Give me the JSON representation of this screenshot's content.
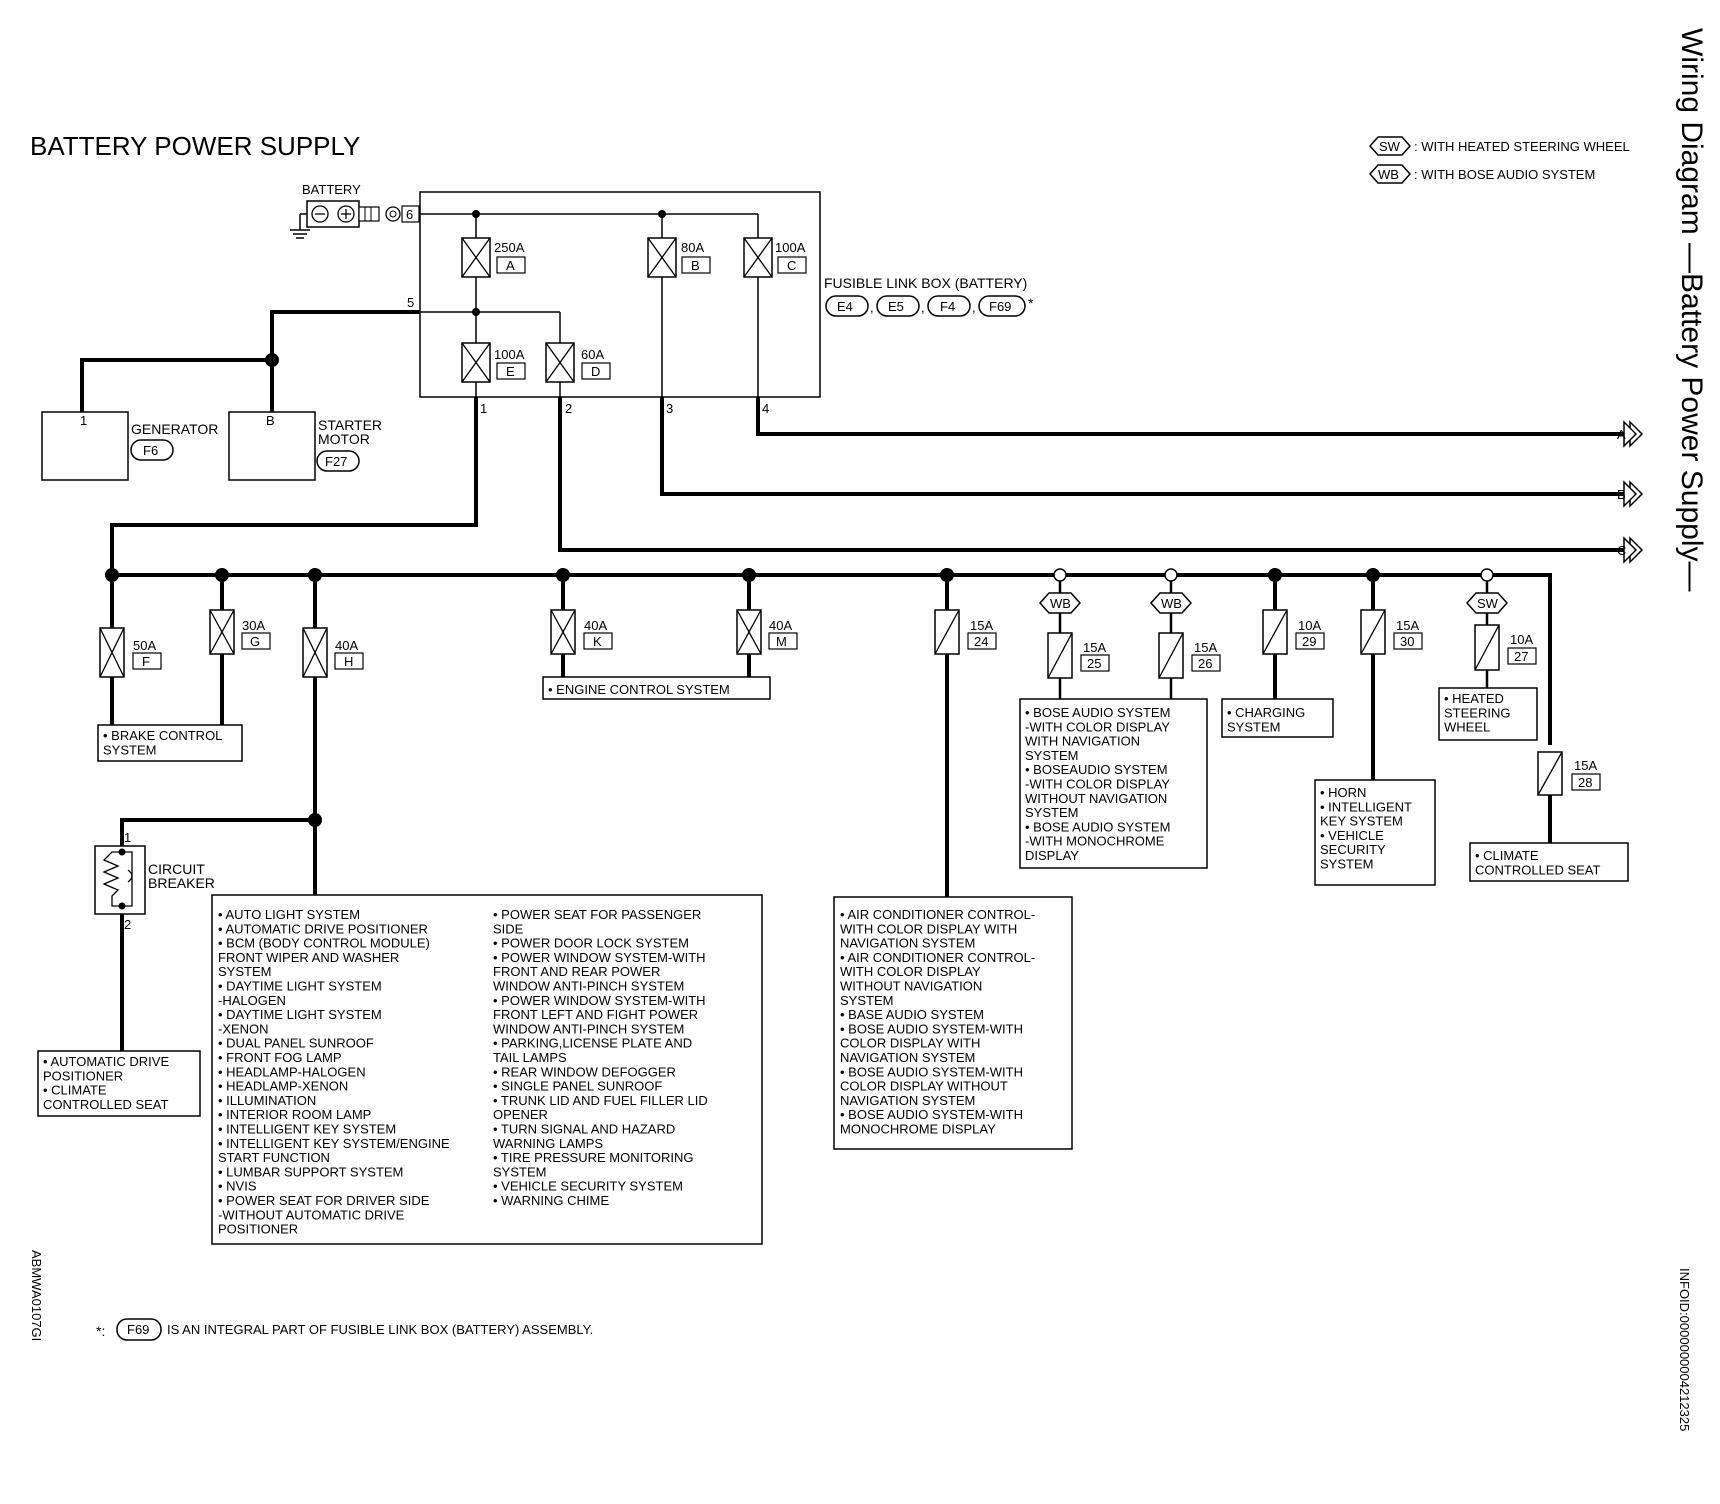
{
  "title": "BATTERY POWER SUPPLY",
  "side_title": "Wiring Diagram —Battery Power Supply—",
  "figure_id": "ABMWA0107GI",
  "info_id": "INFOID:0000000004212325",
  "legend": [
    {
      "code": "SW",
      "text": ": WITH HEATED STEERING WHEEL"
    },
    {
      "code": "WB",
      "text": ": WITH BOSE AUDIO SYSTEM"
    }
  ],
  "footnote": {
    "mark": "*:",
    "connector": "F69",
    "text": "IS AN INTEGRAL PART OF FUSIBLE LINK BOX (BATTERY) ASSEMBLY."
  },
  "battery": {
    "label": "BATTERY",
    "terminal": "6"
  },
  "fusible_link_box": {
    "label": "FUSIBLE LINK BOX (BATTERY)",
    "connectors": [
      "E4",
      "E5",
      "F4",
      "F69"
    ],
    "star": "*",
    "input_terminal": "5",
    "output_terminals": [
      "1",
      "2",
      "3",
      "4"
    ]
  },
  "fusible_links": [
    {
      "rating": "250A",
      "letter": "A"
    },
    {
      "rating": "80A",
      "letter": "B"
    },
    {
      "rating": "100A",
      "letter": "C"
    },
    {
      "rating": "100A",
      "letter": "E"
    },
    {
      "rating": "60A",
      "letter": "D"
    }
  ],
  "components": [
    {
      "name": "GENERATOR",
      "connector": "F6",
      "terminal": "1"
    },
    {
      "name_lines": [
        "STARTER",
        "MOTOR"
      ],
      "connector": "F27",
      "terminal": "B"
    }
  ],
  "outputs": [
    "A",
    "B",
    "C"
  ],
  "bus_fuses": [
    {
      "rating": "50A",
      "letter": "F"
    },
    {
      "rating": "30A",
      "letter": "G"
    },
    {
      "rating": "40A",
      "letter": "H"
    },
    {
      "rating": "40A",
      "letter": "K"
    },
    {
      "rating": "40A",
      "letter": "M"
    },
    {
      "rating": "15A",
      "number": "24"
    },
    {
      "rating": "15A",
      "number": "25",
      "option": "WB"
    },
    {
      "rating": "15A",
      "number": "26",
      "option": "WB"
    },
    {
      "rating": "10A",
      "number": "29"
    },
    {
      "rating": "15A",
      "number": "30"
    },
    {
      "rating": "10A",
      "number": "27",
      "option": "SW"
    },
    {
      "rating": "15A",
      "number": "28"
    }
  ],
  "circuit_breaker": {
    "label_lines": [
      "CIRCUIT",
      "BREAKER"
    ],
    "terminals": [
      "1",
      "2"
    ]
  },
  "systems": {
    "brake": [
      "• BRAKE CONTROL",
      "  SYSTEM"
    ],
    "engine": [
      "• ENGINE CONTROL SYSTEM"
    ],
    "cb": [
      "• AUTOMATIC DRIVE",
      "  POSITIONER",
      "• CLIMATE",
      "  CONTROLLED SEAT"
    ],
    "h_col1": [
      "• AUTO LIGHT SYSTEM",
      "• AUTOMATIC DRIVE POSITIONER",
      "• BCM (BODY CONTROL MODULE)",
      "  FRONT WIPER AND WASHER",
      "  SYSTEM",
      "• DAYTIME LIGHT SYSTEM",
      "  -HALOGEN",
      "• DAYTIME LIGHT SYSTEM",
      "  -XENON",
      "• DUAL PANEL SUNROOF",
      "• FRONT FOG LAMP",
      "• HEADLAMP-HALOGEN",
      "• HEADLAMP-XENON",
      "• ILLUMINATION",
      "• INTERIOR ROOM LAMP",
      "• INTELLIGENT KEY SYSTEM",
      "• INTELLIGENT KEY SYSTEM/ENGINE",
      "  START FUNCTION",
      "• LUMBAR SUPPORT SYSTEM",
      "• NVIS",
      "• POWER SEAT FOR DRIVER SIDE",
      "  -WITHOUT AUTOMATIC DRIVE",
      "  POSITIONER"
    ],
    "h_col2": [
      "• POWER SEAT FOR PASSENGER",
      "  SIDE",
      "• POWER DOOR LOCK SYSTEM",
      "• POWER WINDOW SYSTEM-WITH",
      "  FRONT AND REAR POWER",
      "  WINDOW ANTI-PINCH SYSTEM",
      "• POWER WINDOW SYSTEM-WITH",
      "  FRONT LEFT AND FIGHT POWER",
      "  WINDOW ANTI-PINCH SYSTEM",
      "• PARKING,LICENSE PLATE AND",
      "  TAIL LAMPS",
      "• REAR WINDOW DEFOGGER",
      "• SINGLE PANEL SUNROOF",
      "• TRUNK LID AND FUEL FILLER LID",
      "  OPENER",
      "• TURN SIGNAL AND HAZARD",
      "  WARNING LAMPS",
      "• TIRE PRESSURE MONITORING",
      "  SYSTEM",
      "• VEHICLE SECURITY SYSTEM",
      "• WARNING CHIME"
    ],
    "f24": [
      "• AIR CONDITIONER CONTROL-",
      "  WITH COLOR DISPLAY WITH",
      "  NAVIGATION SYSTEM",
      "• AIR CONDITIONER CONTROL-",
      "  WITH COLOR DISPLAY",
      "  WITHOUT NAVIGATION",
      "  SYSTEM",
      "• BASE AUDIO SYSTEM",
      "• BOSE AUDIO SYSTEM-WITH",
      "  COLOR DISPLAY WITH",
      "  NAVIGATION SYSTEM",
      "• BOSE AUDIO SYSTEM-WITH",
      "  COLOR DISPLAY WITHOUT",
      "  NAVIGATION SYSTEM",
      "• BOSE AUDIO SYSTEM-WITH",
      "  MONOCHROME DISPLAY"
    ],
    "bose": [
      "• BOSE AUDIO SYSTEM",
      "  -WITH COLOR DISPLAY",
      "  WITH NAVIGATION",
      "  SYSTEM",
      "• BOSEAUDIO SYSTEM",
      "  -WITH COLOR DISPLAY",
      "  WITHOUT NAVIGATION",
      "  SYSTEM",
      "• BOSE AUDIO SYSTEM",
      "  -WITH MONOCHROME",
      "  DISPLAY"
    ],
    "charging": [
      "• CHARGING",
      "  SYSTEM"
    ],
    "horn": [
      "• HORN",
      "• INTELLIGENT",
      "  KEY SYSTEM",
      "• VEHICLE",
      "  SECURITY",
      "  SYSTEM"
    ],
    "heated": [
      "• HEATED",
      "  STEERING",
      "  WHEEL"
    ],
    "climate": [
      "• CLIMATE",
      "  CONTROLLED SEAT"
    ]
  }
}
